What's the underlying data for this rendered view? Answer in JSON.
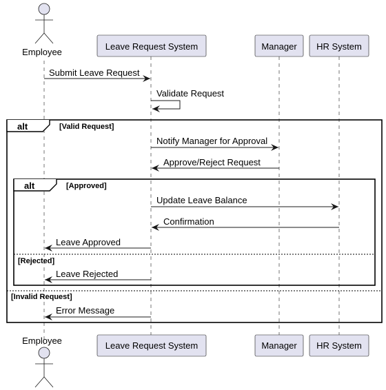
{
  "participants": {
    "employee": "Employee",
    "leave_system": "Leave Request System",
    "manager": "Manager",
    "hr_system": "HR System"
  },
  "messages": {
    "submit": "Submit Leave Request",
    "validate": "Validate Request",
    "notify_manager": "Notify Manager for Approval",
    "approve_reject": "Approve/Reject Request",
    "update_balance": "Update Leave Balance",
    "confirmation": "Confirmation",
    "leave_approved": "Leave Approved",
    "leave_rejected": "Leave Rejected",
    "error_message": "Error Message"
  },
  "fragments": {
    "outer": {
      "keyword": "alt",
      "guard": "[Valid Request]",
      "else_guard": "[Invalid Request]"
    },
    "inner": {
      "keyword": "alt",
      "guard": "[Approved]",
      "else_guard": "[Rejected]"
    }
  }
}
